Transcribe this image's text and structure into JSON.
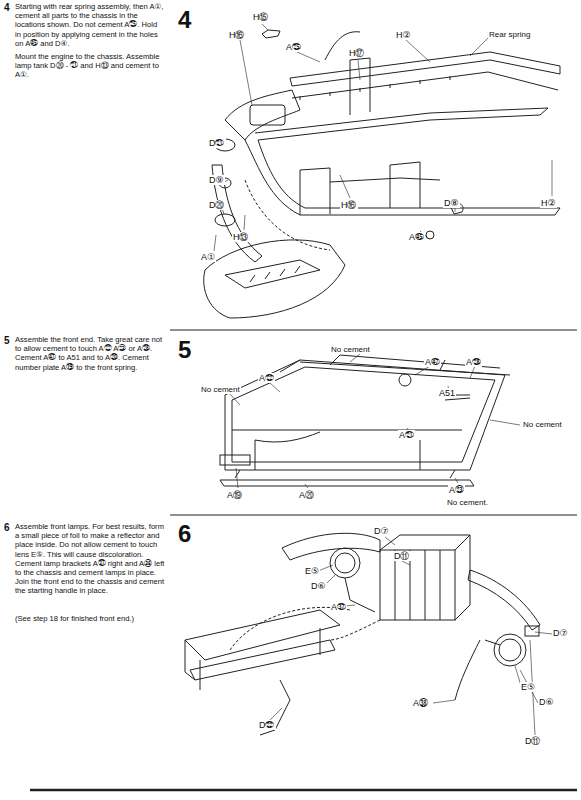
{
  "diagram": {
    "labels": [
      "4",
      "Starting with rear spring assembly, then A①, cement all parts to the chassis in the locations shown. Do not cement A㉕. Hold in position by applying cement in the holes on A㊺ and D④.",
      "Mount the engine to the chassis. Assemble lamp tank D⑳ - ㉑ and H⑬ and cement to A①.",
      "4",
      "H⑮",
      "H⑯",
      "A㉕",
      "H⑰",
      "H②",
      "Rear spring",
      "H②",
      "D㉑",
      "D⑨",
      "D⑳",
      "H⑬",
      "A①",
      "H⑯",
      "D⑧",
      "A㊺",
      "5",
      "Assemble the front end. Take great care not to allow cement to touch A㉒ A㉓ or A㉘. Cement A㊼ to A51 and to A⑳. Cement number plate A⑲ to the front spring.",
      "5",
      "No cement",
      "A㊼",
      "A㉘",
      "A㉒",
      "No cement",
      "A51",
      "No cement",
      "A㉑",
      "A⑲",
      "A⑳",
      "A㉓",
      "No cement.",
      "6",
      "Assemble front lamps. For best results, form a small piece of foil to make a reflector and place inside. Do not allow cement to touch lens E⑤. This will cause discoloration. Cement lamp brackets A㊲ right and A㊳ left to the chassis and cement lamps in place. Join the front end to the chassis and cement the starting handle in place.",
      "(See step 18 for finished front end.)",
      "6",
      "D⑦",
      "D⑪",
      "E⑤",
      "D⑥",
      "A㊲",
      "D⑦",
      "D㉒",
      "E⑤",
      "D⑥",
      "A㊳",
      "D⑪"
    ]
  }
}
